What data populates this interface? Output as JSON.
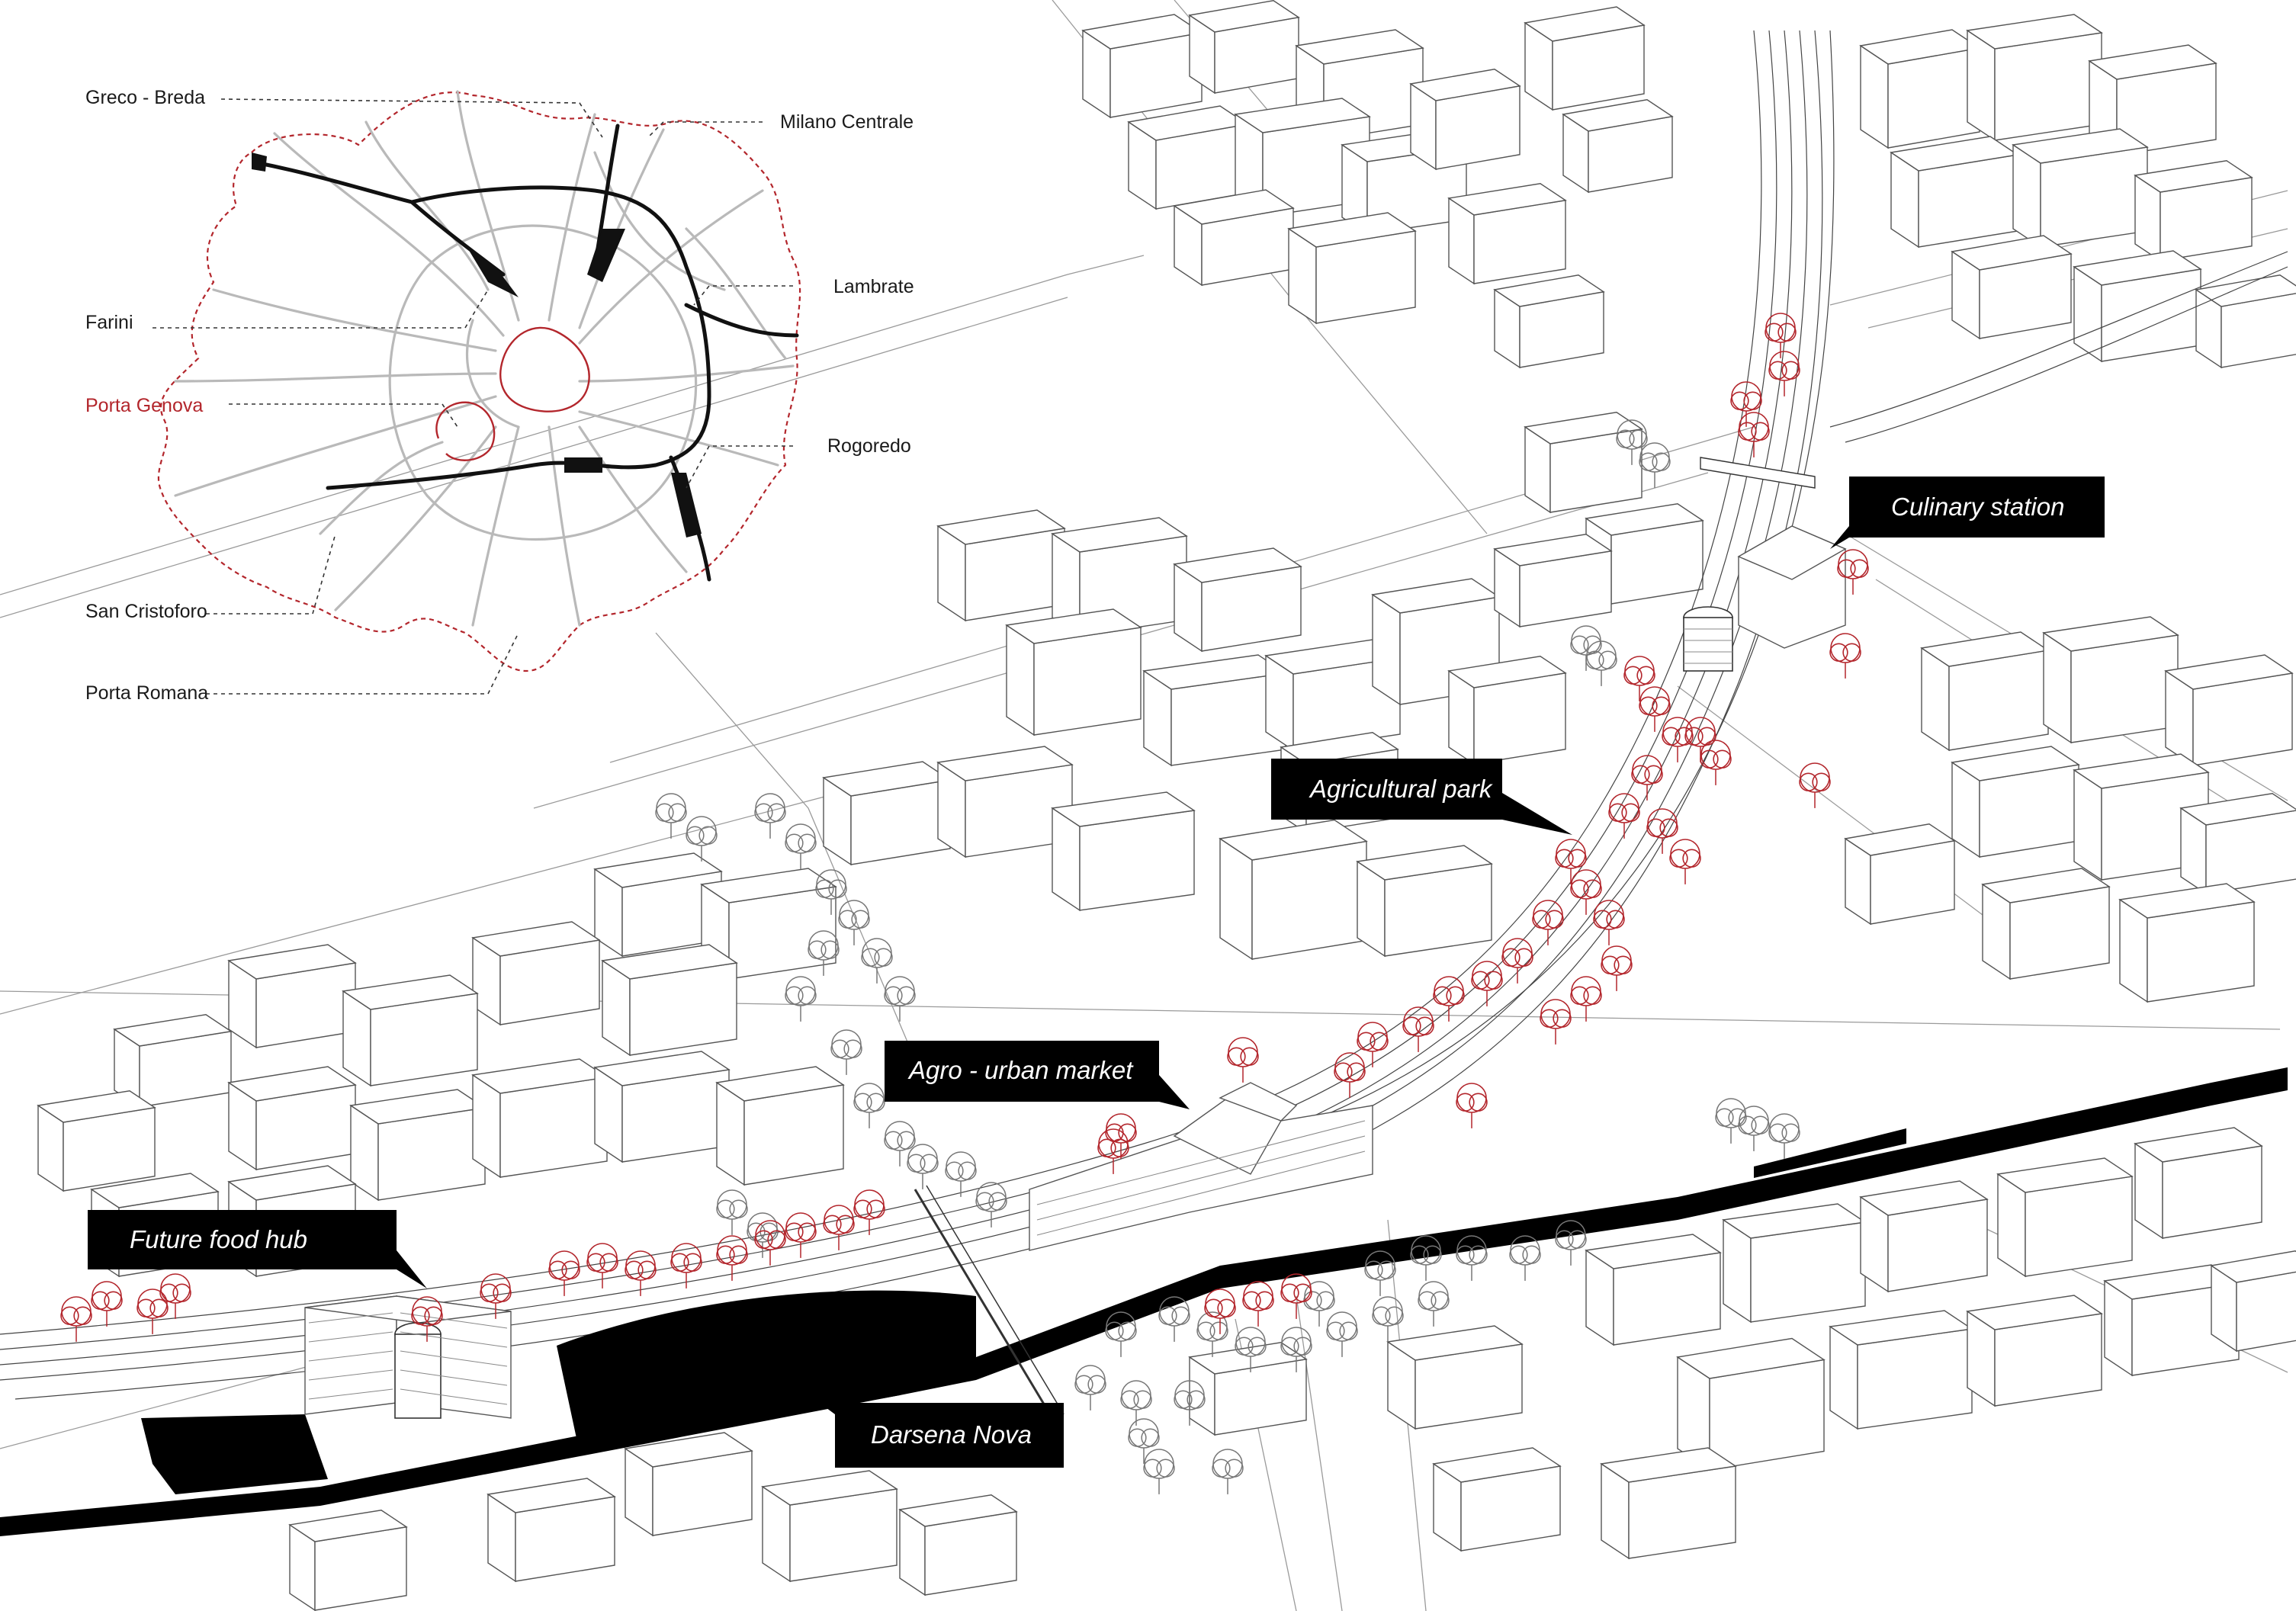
{
  "inset_map": {
    "labels": {
      "greco_breda": "Greco - Breda",
      "milano_centrale": "Milano Centrale",
      "lambrate": "Lambrate",
      "farini": "Farini",
      "porta_genova": "Porta Genova",
      "rogoredo": "Rogoredo",
      "san_cristoforo": "San Cristoforo",
      "porta_romana": "Porta Romana"
    },
    "colors": {
      "highlight": "#b3262c",
      "railway": "#111111",
      "streets": "#b9b9b9"
    }
  },
  "callouts": {
    "culinary_station": "Culinary station",
    "agricultural_park": "Agricultural park",
    "agro_urban_market": "Agro - urban market",
    "future_food_hub": "Future food hub",
    "darsena_nova": "Darsena Nova"
  },
  "colors": {
    "callout_background": "#000000",
    "callout_text": "#ffffff",
    "tree_highlight": "#b3262c",
    "water": "#000000",
    "linework": "#555555"
  }
}
